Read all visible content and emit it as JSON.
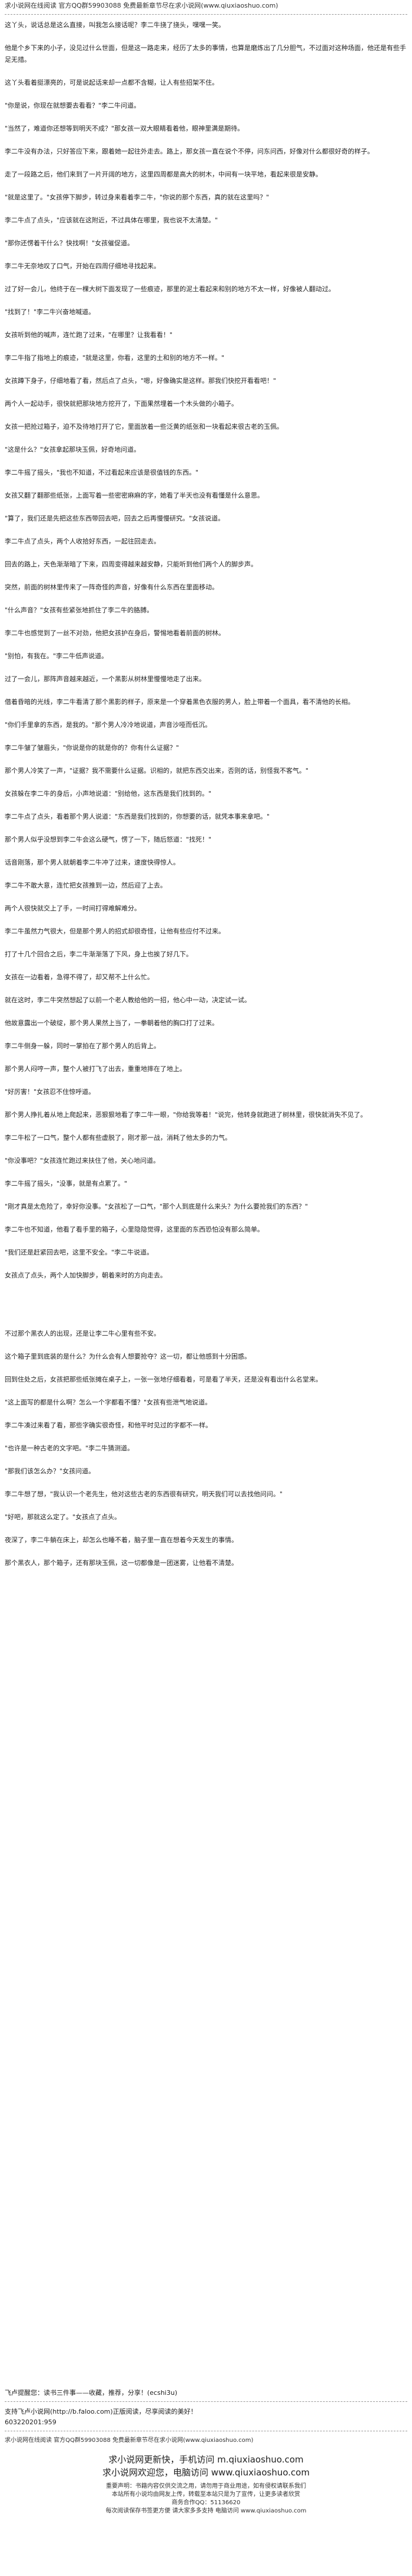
{
  "header": {
    "text": "求小说网在线阅读  官方QQ群59903088  免费最新章节尽在求小说网(www.qiuxiaoshuo.com)"
  },
  "paragraphs": [
    "这丫头，说话总是这么直接，叫我怎么接话呢？李二牛挠了挠头，嘿嘿一笑。",
    "他是个乡下来的小子，没见过什么世面，但是这一路走来，经历了太多的事情，也算是磨炼出了几分胆气，不过面对这种场面，他还是有些手足无措。",
    "这丫头看着挺漂亮的，可是说起话来却一点都不含糊，让人有些招架不住。",
    "\"你是说，你现在就想要去看看？\"李二牛问道。",
    "\"当然了，难道你还想等到明天不成？\"那女孩一双大眼睛看着他，眼神里满是期待。",
    "李二牛没有办法，只好答应下来，跟着她一起往外走去。路上，那女孩一直在说个不停，问东问西，好像对什么都很好奇的样子。",
    "走了一段路之后，他们来到了一片开阔的地方，这里四周都是高大的树木，中间有一块平地，看起来很是安静。",
    "\"就是这里了。\"女孩停下脚步，转过身来看着李二牛，\"你说的那个东西，真的就在这里吗？\"",
    "李二牛点了点头，\"应该就在这附近，不过具体在哪里，我也说不太清楚。\"",
    "\"那你还愣着干什么？快找啊！\"女孩催促道。",
    "李二牛无奈地叹了口气，开始在四周仔细地寻找起来。",
    "过了好一会儿，他终于在一棵大树下面发现了一些痕迹，那里的泥土看起来和别的地方不太一样，好像被人翻动过。",
    "\"找到了！\"李二牛兴奋地喊道。",
    "女孩听到他的喊声，连忙跑了过来，\"在哪里？让我看看！\"",
    "李二牛指了指地上的痕迹，\"就是这里，你看，这里的土和别的地方不一样。\"",
    "女孩蹲下身子，仔细地看了看，然后点了点头，\"嗯，好像确实是这样。那我们快挖开看看吧！\"",
    "两个人一起动手，很快就把那块地方挖开了，下面果然埋着一个木头做的小箱子。",
    "女孩一把抢过箱子，迫不及待地打开了它，里面放着一些泛黄的纸张和一块看起来很古老的玉佩。",
    "\"这是什么？\"女孩拿起那块玉佩，好奇地问道。",
    "李二牛摇了摇头，\"我也不知道，不过看起来应该是很值钱的东西。\"",
    "女孩又翻了翻那些纸张，上面写着一些密密麻麻的字，她看了半天也没有看懂是什么意思。",
    "\"算了，我们还是先把这些东西带回去吧，回去之后再慢慢研究。\"女孩说道。",
    "李二牛点了点头，两个人收拾好东西，一起往回走去。",
    "回去的路上，天色渐渐暗了下来，四周变得越来越安静，只能听到他们两个人的脚步声。",
    "突然，前面的树林里传来了一阵奇怪的声音，好像有什么东西在里面移动。",
    "\"什么声音？\"女孩有些紧张地抓住了李二牛的胳膊。",
    "李二牛也感觉到了一丝不对劲，他把女孩护在身后，警惕地看着前面的树林。",
    "\"别怕，有我在。\"李二牛低声说道。",
    "过了一会儿，那阵声音越来越近，一个黑影从树林里慢慢地走了出来。",
    "借着昏暗的光线，李二牛看清了那个黑影的样子，原来是一个穿着黑色衣服的男人，脸上带着一个面具，看不清他的长相。",
    "\"你们手里拿的东西，是我的。\"那个男人冷冷地说道，声音沙哑而低沉。",
    "李二牛皱了皱眉头，\"你说是你的就是你的？你有什么证据？\"",
    "那个男人冷笑了一声，\"证据？我不需要什么证据。识相的，就把东西交出来，否则的话，别怪我不客气。\"",
    "女孩躲在李二牛的身后，小声地说道：\"别给他，这东西是我们找到的。\"",
    "李二牛点了点头，看着那个男人说道：\"东西是我们找到的，你想要的话，就凭本事来拿吧。\"",
    "那个男人似乎没想到李二牛会这么硬气，愣了一下，随后怒道：\"找死！\"",
    "话音刚落，那个男人就朝着李二牛冲了过来，速度快得惊人。",
    "李二牛不敢大意，连忙把女孩推到一边，然后迎了上去。",
    "两个人很快就交上了手，一时间打得难解难分。",
    "李二牛虽然力气很大，但是那个男人的招式却很奇怪，让他有些应付不过来。",
    "打了十几个回合之后，李二牛渐渐落了下风，身上也挨了好几下。",
    "女孩在一边看着，急得不得了，却又帮不上什么忙。",
    "就在这时，李二牛突然想起了以前一个老人教给他的一招，他心中一动，决定试一试。",
    "他故意露出一个破绽，那个男人果然上当了，一拳朝着他的胸口打了过来。",
    "李二牛侧身一躲，同时一掌拍在了那个男人的后背上。",
    "那个男人闷哼一声，整个人被打飞了出去，重重地摔在了地上。",
    "\"好厉害！\"女孩忍不住惊呼道。",
    "那个男人挣扎着从地上爬起来，恶狠狠地看了李二牛一眼，\"你给我等着！\"说完，他转身就跑进了树林里，很快就消失不见了。",
    "李二牛松了一口气，整个人都有些虚脱了，刚才那一战，消耗了他太多的力气。",
    "\"你没事吧？\"女孩连忙跑过来扶住了他，关心地问道。",
    "李二牛摇了摇头，\"没事，就是有点累了。\"",
    "\"刚才真是太危险了，幸好你没事。\"女孩松了一口气，\"那个人到底是什么来头？为什么要抢我们的东西？\"",
    "李二牛也不知道，他看了看手里的箱子，心里隐隐觉得，这里面的东西恐怕没有那么简单。",
    "\"我们还是赶紧回去吧，这里不安全。\"李二牛说道。",
    "女孩点了点头，两个人加快脚步，朝着来时的方向走去。"
  ],
  "chapter_end_paragraphs": [
    "不过那个黑衣人的出现，还是让李二牛心里有些不安。",
    "这个箱子里到底装的是什么？为什么会有人想要抢夺？这一切，都让他感到十分困惑。",
    "回到住处之后，女孩把那些纸张摊在桌子上，一张一张地仔细看着，可是看了半天，还是没有看出什么名堂来。",
    "\"这上面写的都是什么啊？怎么一个字都看不懂？\"女孩有些泄气地说道。",
    "李二牛凑过来看了看，那些字确实很奇怪，和他平时见过的字都不一样。",
    "\"也许是一种古老的文字吧。\"李二牛猜测道。",
    "\"那我们该怎么办？\"女孩问道。",
    "李二牛想了想，\"我认识一个老先生，他对这些古老的东西很有研究，明天我们可以去找他问问。\"",
    "\"好吧，那就这么定了。\"女孩点了点头。",
    "夜深了，李二牛躺在床上，却怎么也睡不着，脑子里一直在想着今天发生的事情。",
    "那个黑衣人，那个箱子，还有那块玉佩，这一切都像是一团迷雾，让他看不清楚。"
  ],
  "end_note": "飞卢提醒您：读书三件事——收藏，推荐，分享！(ecshi3u)",
  "footer": {
    "support_line": "支持飞卢小说网(http://b.faloo.com)正版阅读，尽享阅读的美好！",
    "qq_line": "603220201:959",
    "header_repeat": "求小说网在线阅读  官方QQ群59903088  免费最新章节尽在求小说网(www.qiuxiaoshuo.com)",
    "slogan1": "求小说网更新快，手机访问 m.qiuxiaoshuo.com",
    "slogan2": "求小说网欢迎您，电脑访问 www.qiuxiaoshuo.com",
    "info1": "重要声明：书籍内容仅供交流之用，请勿用于商业用途，如有侵权请联系我们",
    "info2": "本站所有小说均由网友上传，转载至本站只是为了宣传，让更多读者欣赏",
    "info3": "商务合作QQ：51136620",
    "info4": "每次阅读保存书签更方便  请大家多多支持  电脑访问 www.qiuxiaoshuo.com"
  }
}
